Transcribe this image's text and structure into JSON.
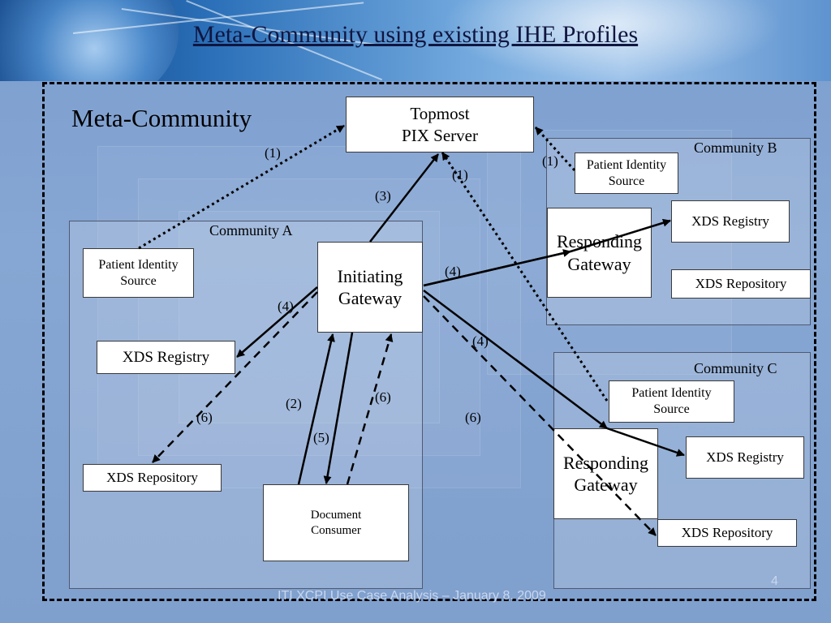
{
  "slide": {
    "title": "Meta-Community using existing IHE Profiles",
    "footer": "ITI XCPI Use Case Analysis – January 8, 2009",
    "page_number": "4"
  },
  "diagram": {
    "meta_label": "Meta-Community",
    "pix_server": {
      "line1": "Topmost",
      "line2": "PIX Server"
    },
    "community_a": {
      "label": "Community A",
      "pis": {
        "line1": "Patient Identity",
        "line2": "Source"
      },
      "initiating_gateway": {
        "line1": "Initiating",
        "line2": "Gateway"
      },
      "xds_registry": "XDS Registry",
      "xds_repository": "XDS Repository",
      "document_consumer": {
        "line1": "Document",
        "line2": "Consumer"
      }
    },
    "community_b": {
      "label": "Community B",
      "pis": {
        "line1": "Patient Identity",
        "line2": "Source"
      },
      "responding_gateway": {
        "line1": "Responding",
        "line2": "Gateway"
      },
      "xds_registry": "XDS Registry",
      "xds_repository": "XDS Repository"
    },
    "community_c": {
      "label": "Community C",
      "pis": {
        "line1": "Patient Identity",
        "line2": "Source"
      },
      "responding_gateway": {
        "line1": "Responding",
        "line2": "Gateway"
      },
      "xds_registry": "XDS Registry",
      "xds_repository": "XDS Repository"
    },
    "steps": {
      "s1": "(1)",
      "s2": "(2)",
      "s3": "(3)",
      "s4": "(4)",
      "s5": "(5)",
      "s6": "(6)"
    }
  }
}
